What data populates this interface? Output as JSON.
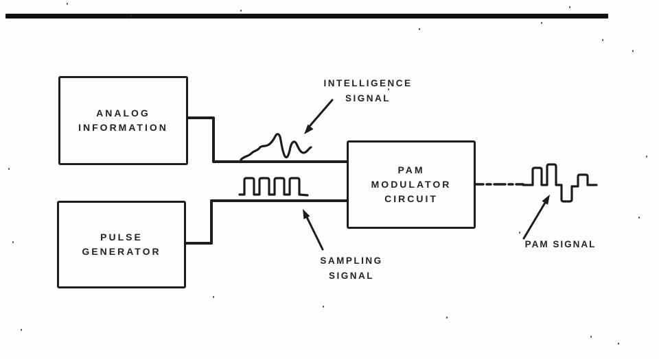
{
  "diagram": {
    "title_hint": "PAM modulator block diagram (scanned figure)",
    "colors": {
      "ink": "#1c1c1c",
      "paper": "#fdfdfc"
    },
    "blocks": [
      {
        "id": "analog-information",
        "line1": "ANALOG",
        "line2": "INFORMATION"
      },
      {
        "id": "pulse-generator",
        "line1": "PULSE",
        "line2": "GENERATOR"
      },
      {
        "id": "pam-modulator",
        "line1": "PAM",
        "line2": "MODULATOR",
        "line3": "CIRCUIT"
      }
    ],
    "annotations": {
      "intelligence": {
        "line1": "INTELLIGENCE",
        "line2": "SIGNAL"
      },
      "sampling": {
        "line1": "SAMPLING",
        "line2": "SIGNAL"
      },
      "pam_output": {
        "label": "PAM SIGNAL"
      }
    },
    "waveforms": [
      {
        "id": "intelligence-waveform",
        "type": "analog-squiggle"
      },
      {
        "id": "sampling-waveform",
        "type": "pulse-train",
        "pulses": 4
      },
      {
        "id": "pam-waveform",
        "type": "pam-pulses"
      }
    ]
  }
}
